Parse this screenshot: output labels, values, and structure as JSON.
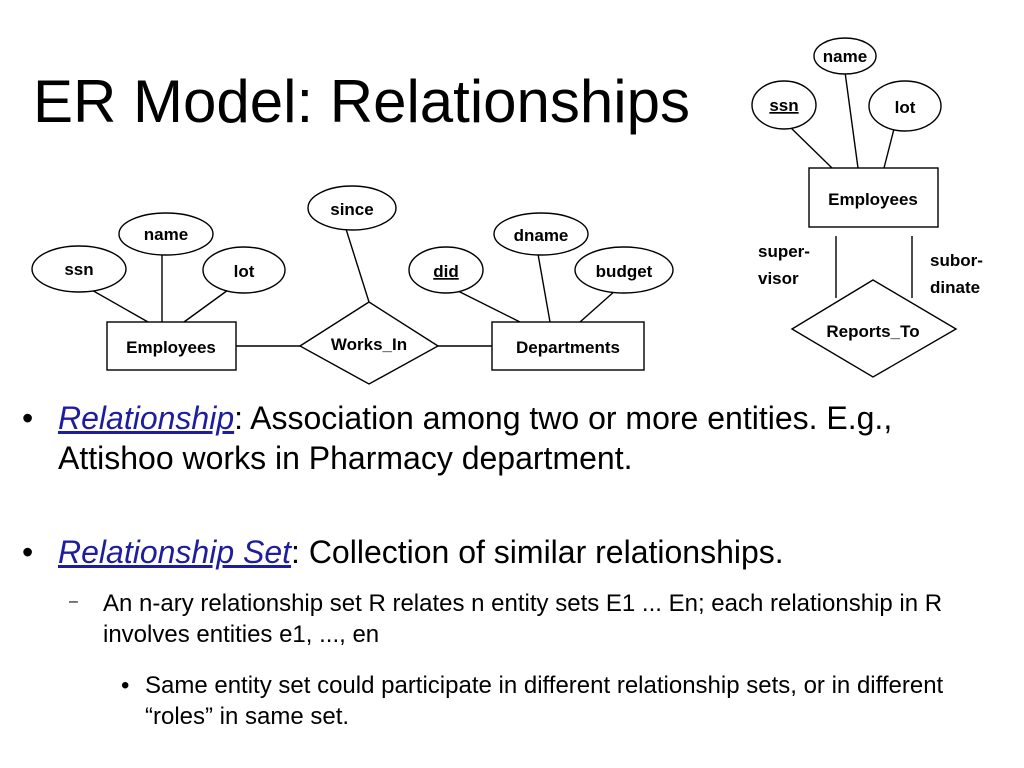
{
  "title": "ER Model: Relationships",
  "diagram_left": {
    "entities": {
      "employees": "Employees",
      "departments": "Departments"
    },
    "relationship": "Works_In",
    "attributes": {
      "ssn": "ssn",
      "name": "name",
      "lot": "lot",
      "since": "since",
      "did": "did",
      "dname": "dname",
      "budget": "budget"
    }
  },
  "diagram_right": {
    "entity": "Employees",
    "relationship": "Reports_To",
    "attributes": {
      "ssn": "ssn",
      "name": "name",
      "lot": "lot"
    },
    "roles": {
      "supervisor_line1": "super-",
      "supervisor_line2": "visor",
      "subordinate_line1": "subor-",
      "subordinate_line2": "dinate"
    }
  },
  "bullets": [
    {
      "term": "Relationship",
      "text": ":  Association among two or more entities.  E.g., Attishoo works in Pharmacy department."
    },
    {
      "term": "Relationship Set",
      "text": ":  Collection of similar relationships."
    }
  ],
  "sub_bullet": "An n-ary relationship set  R relates n entity sets E1 ... En; each relationship in R involves entities e1, ..., en",
  "sub_sub_bullet": "Same entity set could participate in different relationship sets, or in different “roles” in same set.",
  "markers": {
    "level1": "•",
    "level2": "–",
    "level3": "•"
  },
  "colors": {
    "term": "#1d1d9e",
    "stroke": "#000000",
    "text": "#000000"
  }
}
